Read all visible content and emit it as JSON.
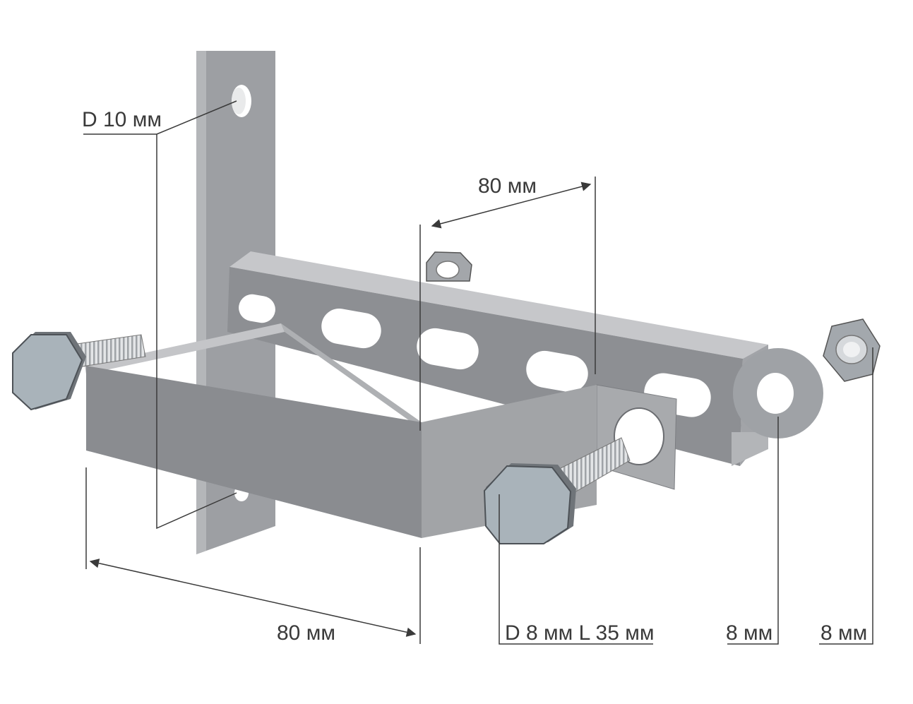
{
  "labels": {
    "hole_diameter": "D 10 мм",
    "rail_hole_spacing": "80 мм",
    "clamp_width": "80 мм",
    "bolt_size": "D 8 мм L 35 мм",
    "washer_size": "8 мм",
    "nut_size": "8 мм"
  },
  "colors": {
    "metal_light": "#b9babd",
    "metal_mid": "#9d9fa3",
    "metal_dark": "#7f8185",
    "metal_shadow": "#6b6d71",
    "bolt_head": "#a9b3ba",
    "thread": "#cfd2d5",
    "line": "#3a3a3a"
  },
  "icons": [
    "hex-bolt-icon",
    "hex-nut-icon",
    "washer-icon"
  ]
}
